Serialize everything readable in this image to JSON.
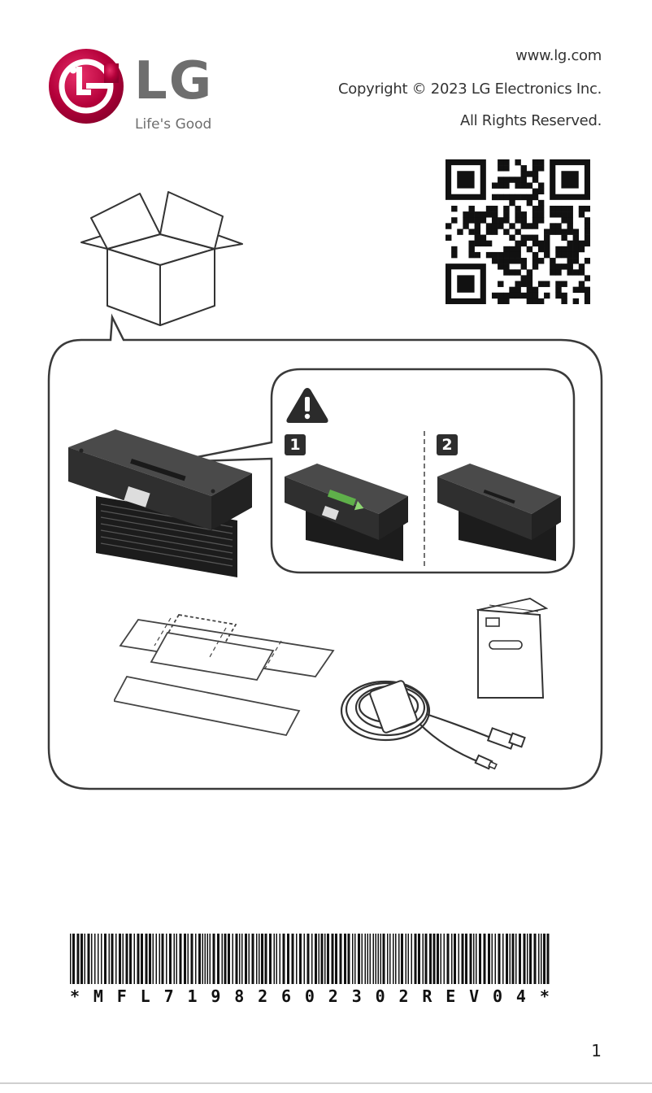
{
  "brand": {
    "name": "LG",
    "tagline": "Life's Good",
    "color": "#a50034"
  },
  "header": {
    "website": "www.lg.com",
    "copyright": "Copyright © 2023 LG Electronics Inc.",
    "rights": "All Rights Reserved."
  },
  "warning": {
    "icon": "warning-triangle-icon"
  },
  "steps": [
    {
      "number": "1"
    },
    {
      "number": "2"
    }
  ],
  "components": [
    "qr-code",
    "box-open",
    "device-module",
    "adhesive-pads",
    "cable-usb",
    "manual-booklet"
  ],
  "barcode": {
    "text": "*MFL71982602302REV04*"
  },
  "page": {
    "number": "1"
  }
}
